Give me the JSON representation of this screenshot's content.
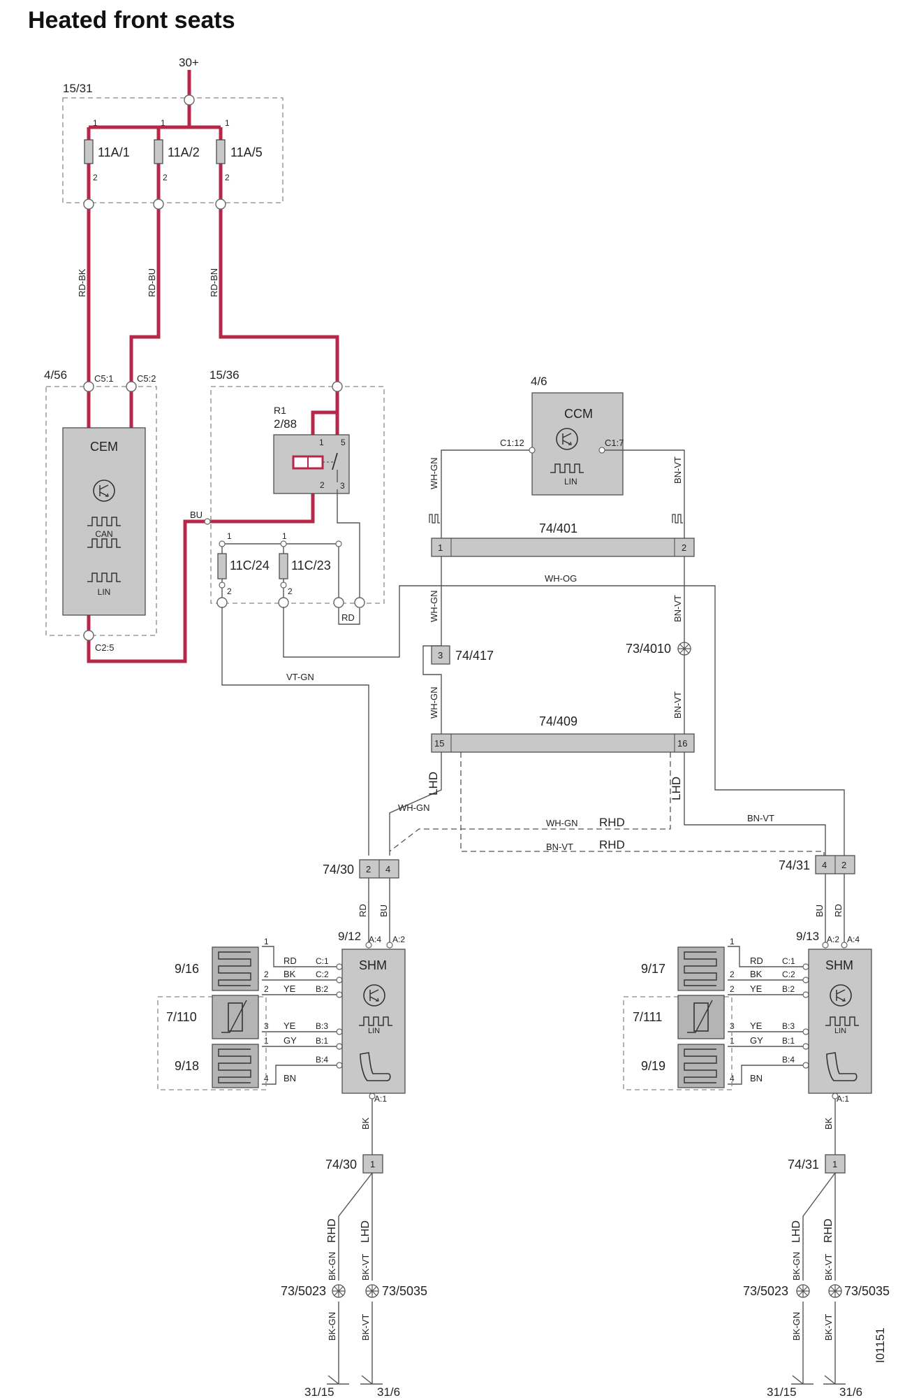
{
  "title": "Heated front seats",
  "diagram_id": "I01151",
  "colors": {
    "power": "#b5284a",
    "wire": "#555555",
    "module": "#c8c8c8"
  },
  "supply": "30+",
  "fusebox": {
    "id": "15/31",
    "pin1": "1",
    "pin2": "2",
    "fuses": [
      "11A/1",
      "11A/2",
      "11A/5"
    ]
  },
  "cem": {
    "id": "4/56",
    "name": "CEM",
    "can": "CAN",
    "lin": "LIN",
    "pin_c51": "C5:1",
    "pin_c52": "C5:2",
    "pin_c25": "C2:5",
    "icon": "transistor-icon"
  },
  "ccm": {
    "id": "4/6",
    "name": "CCM",
    "lin": "LIN",
    "pin_l": "C1:12",
    "pin_r": "C1:7"
  },
  "relaybox": {
    "id": "15/36",
    "relay_tag": "R1",
    "relay_id": "2/88",
    "p1": "1",
    "p2": "2",
    "p3": "3",
    "p5": "5",
    "fuses": [
      "11C/24",
      "11C/23"
    ],
    "rd": "RD"
  },
  "connectors": {
    "c401": {
      "id": "74/401",
      "p1": "1",
      "p2": "2"
    },
    "c409": {
      "id": "74/409",
      "p1": "15",
      "p2": "16"
    },
    "c417": {
      "id": "74/417",
      "p": "3"
    },
    "c4010": {
      "id": "73/4010"
    },
    "c30": {
      "id": "74/30",
      "p1": "2",
      "p2": "4",
      "p3": "1"
    },
    "c31": {
      "id": "74/31",
      "p1": "4",
      "p2": "2",
      "p3": "1"
    }
  },
  "wires": {
    "rdbk": "RD-BK",
    "rdbu": "RD-BU",
    "rdbn": "RD-BN",
    "bu": "BU",
    "whgn": "WH-GN",
    "bnvt": "BN-VT",
    "whog": "WH-OG",
    "vtgn": "VT-GN",
    "rd": "RD",
    "bk": "BK",
    "ye": "YE",
    "gy": "GY",
    "bn": "BN",
    "bkgn": "BK-GN",
    "bkvt": "BK-VT",
    "lhd": "LHD",
    "rhd": "RHD"
  },
  "left_seat": {
    "shm_id": "9/12",
    "shm": "SHM",
    "lin": "LIN",
    "pin_a4": "A:4",
    "pin_a2": "A:2",
    "pin_a1": "A:1",
    "pins": [
      "C:1",
      "C:2",
      "B:2",
      "B:3",
      "B:1",
      "B:4"
    ],
    "heater_top": "9/16",
    "sensor": "7/110",
    "heater_bottom": "9/18",
    "wire_nums": [
      "1",
      "2",
      "2",
      "3",
      "1",
      "4"
    ],
    "ground_l": "73/5023",
    "ground_r": "73/5035",
    "term_l": "31/15",
    "term_r": "31/6"
  },
  "right_seat": {
    "shm_id": "9/13",
    "shm": "SHM",
    "lin": "LIN",
    "pin_a2": "A:2",
    "pin_a4": "A:4",
    "pin_a1": "A:1",
    "pins": [
      "C:1",
      "C:2",
      "B:2",
      "B:3",
      "B:1",
      "B:4"
    ],
    "heater_top": "9/17",
    "sensor": "7/111",
    "heater_bottom": "9/19",
    "wire_nums": [
      "1",
      "2",
      "2",
      "3",
      "1",
      "4"
    ],
    "ground_l": "73/5023",
    "ground_r": "73/5035",
    "term_l": "31/15",
    "term_r": "31/6"
  }
}
